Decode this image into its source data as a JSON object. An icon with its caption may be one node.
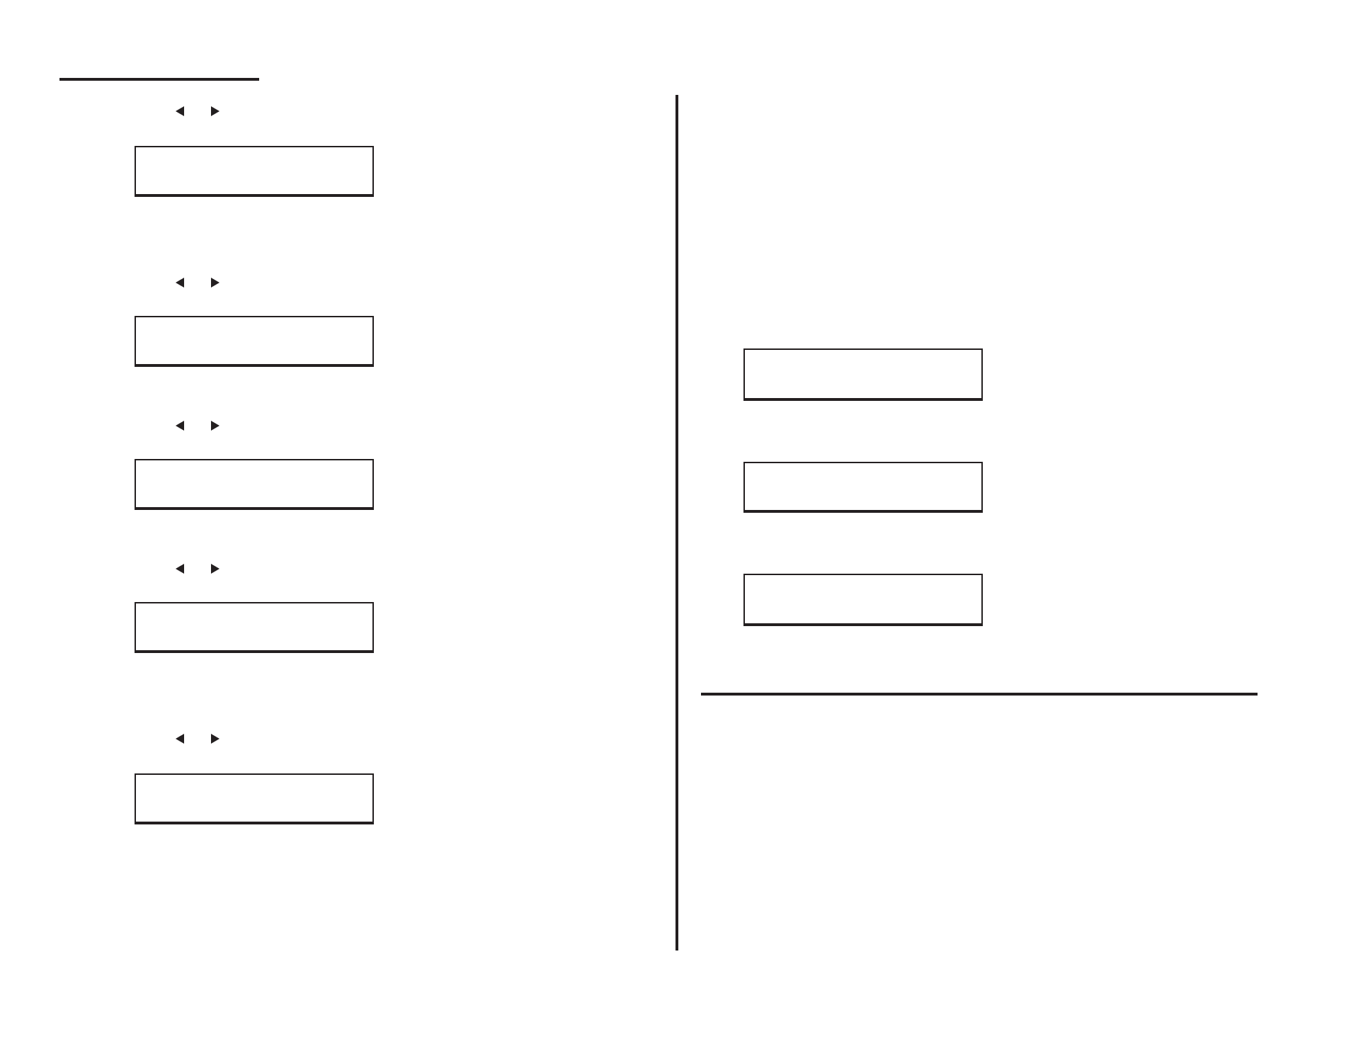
{
  "diagram": {
    "nodes": [
      {
        "text": [],
        "shape": "box"
      },
      {
        "text": [],
        "shape": "box"
      },
      {
        "text": [],
        "shape": "box"
      },
      {
        "text": [],
        "shape": "box"
      },
      {
        "text": [],
        "shape": "box"
      },
      {
        "text": [],
        "shape": "box"
      },
      {
        "text": [],
        "shape": "box"
      },
      {
        "text": [],
        "shape": "box"
      }
    ]
  }
}
